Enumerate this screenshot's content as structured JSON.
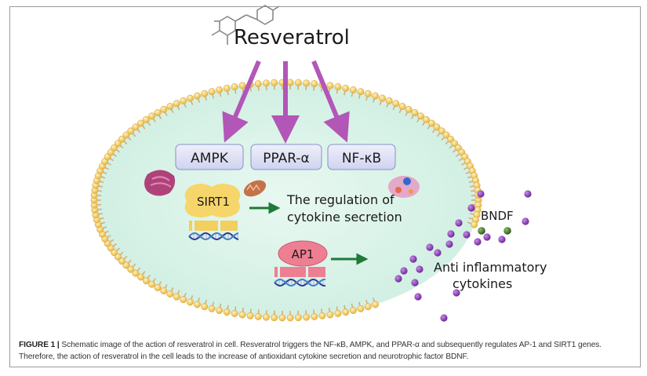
{
  "figure": {
    "compound": "Resveratrol",
    "receptors": [
      "AMPK",
      "PPAR-α",
      "NF-κB"
    ],
    "genes": {
      "sirt1": "SIRT1",
      "ap1": "AP1"
    },
    "outcome_lines": [
      "The regulation of",
      "cytokine secretion"
    ],
    "secreted": {
      "factor": "BNDF",
      "cytokines_lines": [
        "Anti inflammatory",
        "cytokines"
      ]
    },
    "colors": {
      "cell": "#dff5ec",
      "membrane": "#f2c94c",
      "arrow_purple": "#b256b8",
      "arrow_green": "#1f7a3a",
      "receptor_box": "#dde0f5",
      "sirt1": "#f6d66a",
      "ap1": "#ee7f92",
      "cytokine": "#8a3fb8",
      "bndf": "#4d7a34"
    }
  },
  "caption": {
    "label": "FIGURE 1 |",
    "text": " Schematic image of the action of resveratrol in cell. Resveratrol triggers the NF-κB, AMPK, and PPAR-α and subsequently regulates AP-1 and SIRT1 genes. Therefore, the action of resveratrol in the cell leads to the increase of antioxidant cytokine secretion and neurotrophic factor BDNF."
  }
}
